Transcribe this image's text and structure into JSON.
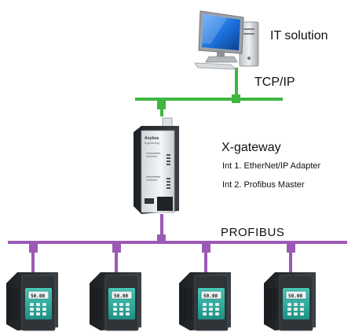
{
  "labels": {
    "it_solution": "IT solution",
    "tcpip": "TCP/IP",
    "gateway_title": "X-gateway",
    "int1": "Int 1. EtherNet/IP Adapter",
    "int2": "Int 2. Profibus Master",
    "profibus": "PROFIBUS"
  },
  "device_text": {
    "brand": "Anybus",
    "sub": "Engineering",
    "display": "50.00"
  },
  "colors": {
    "ethernet": "#3fb63f",
    "profibus": "#9b5ab5",
    "monitor_frame": "#8a9097",
    "screen": "#1a6fd8",
    "drive_body": "#2b2f33",
    "drive_teal": "#35b8aa"
  },
  "drives": {
    "count": 4
  },
  "icons": [
    "computer-icon",
    "gateway-device-icon",
    "drive-icon"
  ]
}
